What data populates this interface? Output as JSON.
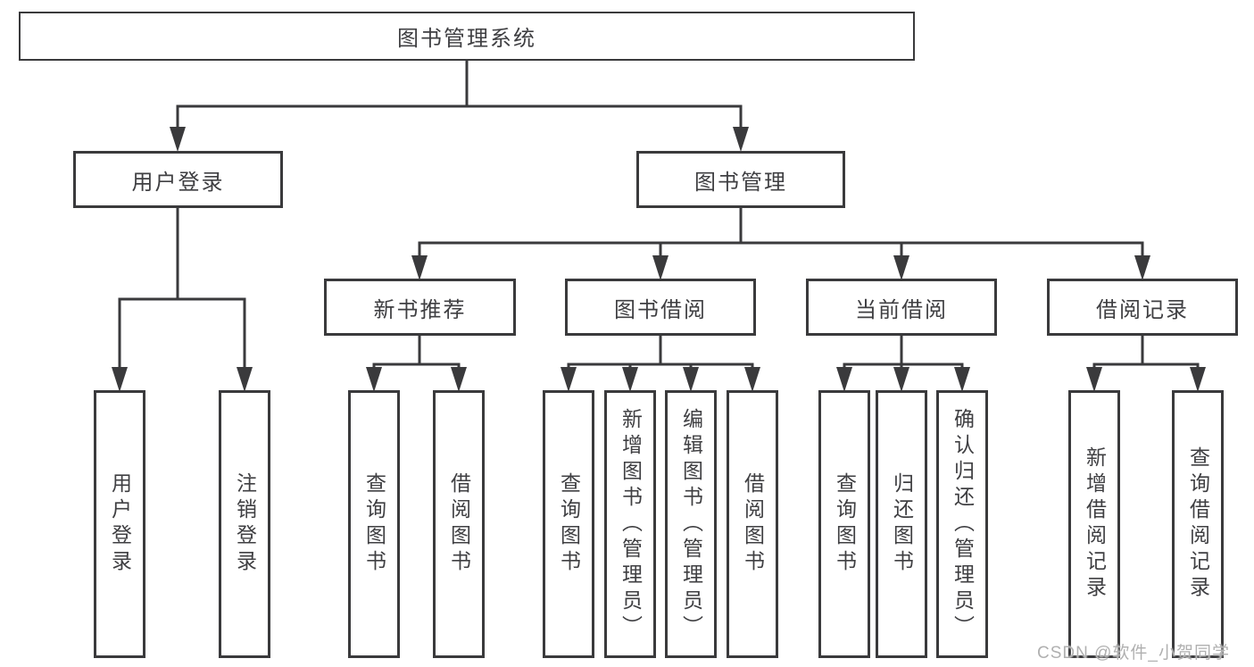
{
  "diagram": {
    "root": {
      "label": "图书管理系统"
    },
    "tree": [
      {
        "label": "用户登录",
        "children": [
          {
            "label": "用户登录"
          },
          {
            "label": "注销登录"
          }
        ]
      },
      {
        "label": "图书管理",
        "children": [
          {
            "label": "新书推荐",
            "children": [
              {
                "label": "查询图书"
              },
              {
                "label": "借阅图书"
              }
            ]
          },
          {
            "label": "图书借阅",
            "children": [
              {
                "label": "查询图书"
              },
              {
                "label": "新增图书（管理员）"
              },
              {
                "label": "编辑图书（管理员）"
              },
              {
                "label": "借阅图书"
              }
            ]
          },
          {
            "label": "当前借阅",
            "children": [
              {
                "label": "查询图书"
              },
              {
                "label": "归还图书"
              },
              {
                "label": "确认归还（管理员）"
              }
            ]
          },
          {
            "label": "借阅记录",
            "children": [
              {
                "label": "新增借阅记录"
              },
              {
                "label": "查询借阅记录"
              }
            ]
          }
        ]
      }
    ],
    "watermark": "CSDN @软件_小贺同学",
    "colors": {
      "line": "#3a3a3c",
      "text": "#3f3f42",
      "watermark": "#b0b0b0",
      "background": "#ffffff"
    }
  }
}
